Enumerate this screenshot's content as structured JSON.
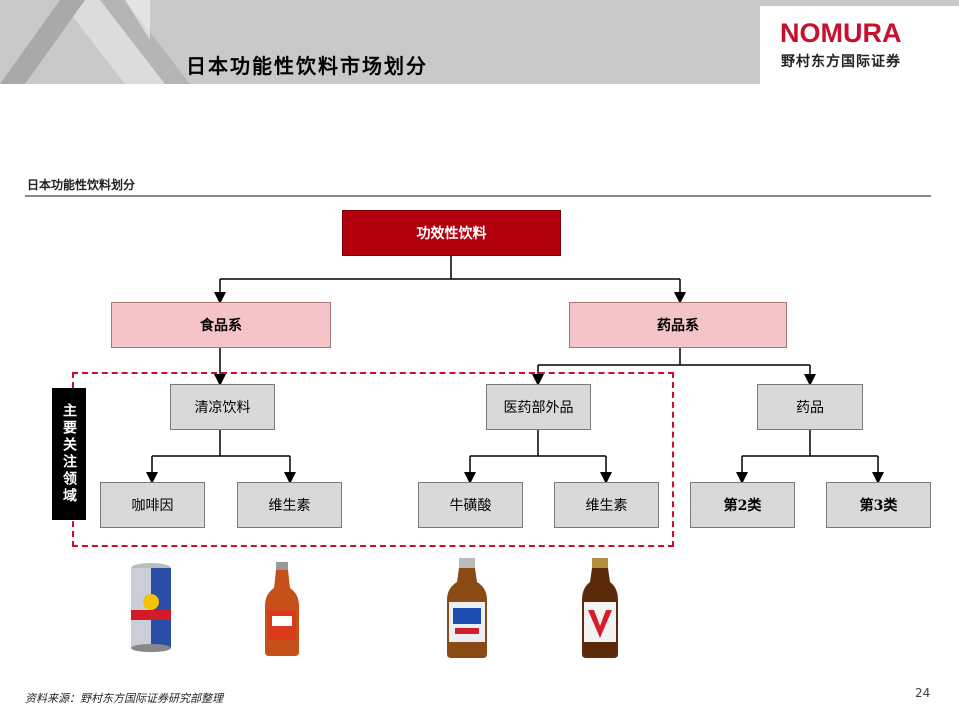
{
  "header": {
    "title": "日本功能性饮料市场划分",
    "logo_word": "NOMURA",
    "logo_sub": "野村东方国际证券",
    "colors": {
      "band": "#c9c9c9",
      "brand_red": "#c8102e"
    }
  },
  "section": {
    "title": "日本功能性饮料划分"
  },
  "diagram": {
    "root": "功效性饮料",
    "level1": {
      "food": "食品系",
      "drug": "药品系"
    },
    "level2": {
      "soft_drink": "清凉饮料",
      "quasi_drug": "医药部外品",
      "medicine": "药品"
    },
    "level3": {
      "caffeine": "咖啡因",
      "vitamin_a": "维生素",
      "taurine": "牛磺酸",
      "vitamin_b": "维生素",
      "class2": "第2类",
      "class3": "第3类"
    },
    "focus_label": "主要关注领域",
    "colors": {
      "root": "#b3000f",
      "level1": "#f4c4c9",
      "level2_3": "#d9d9d9",
      "focus_border": "#c8102e"
    }
  },
  "products": [
    {
      "icon": "energy-drink-can-icon"
    },
    {
      "icon": "orange-bottle-icon"
    },
    {
      "icon": "blue-label-bottle-icon"
    },
    {
      "icon": "red-v-label-bottle-icon"
    }
  ],
  "footer": {
    "source": "资料来源：野村东方国际证券研究部整理",
    "page": "24"
  }
}
